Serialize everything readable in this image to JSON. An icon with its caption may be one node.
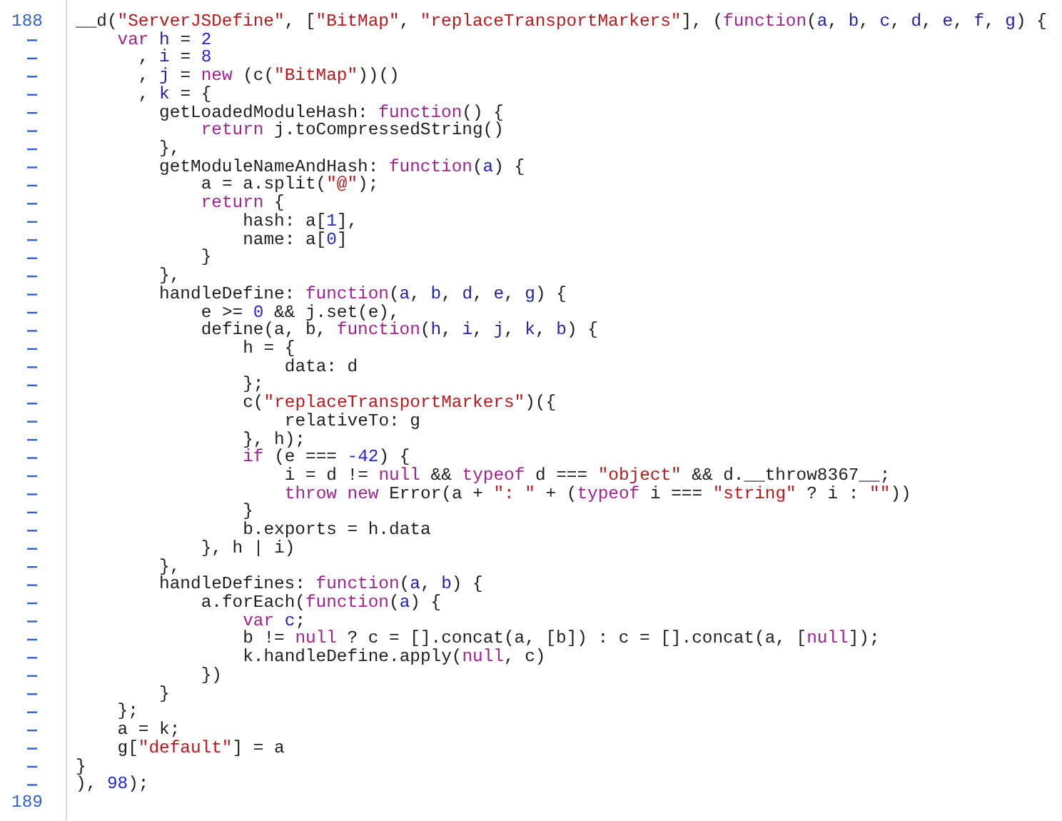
{
  "diagram": {
    "labels": [
      "188",
      "__d(\"ServerJSDefine\", [\"BitMap\", \"replaceTransportMarkers\"], (function(a, b, c, d, e, f, g) {",
      "var h = 2",
      ", i = 8",
      ", j = new (c(\"BitMap\"))()",
      ", k = {",
      "getLoadedModuleHash: function() {",
      "return j.toCompressedString()",
      "},",
      "getModuleNameAndHash: function(a) {",
      "a = a.split(\"@\");",
      "return {",
      "hash: a[1],",
      "name: a[0]",
      "}",
      "},",
      "handleDefine: function(a, b, d, e, g) {",
      "e >= 0 && j.set(e),",
      "define(a, b, function(h, i, j, k, b) {",
      "h = {",
      "data: d",
      "};",
      "c(\"replaceTransportMarkers\")({",
      "relativeTo: g",
      "}, h);",
      "if (e === -42) {",
      "i = d != null && typeof d === \"object\" && d.__throw8367__;",
      "throw new Error(a + \": \" + (typeof i === \"string\" ? i : \"\"))",
      "}",
      "b.exports = h.data",
      "}, h | i)",
      "},",
      "handleDefines: function(a, b) {",
      "a.forEach(function(a) {",
      "var c;",
      "b != null ? c = [].concat(a, [b]) : c = [].concat(a, [null]);",
      "k.handleDefine.apply(null, c)",
      "})",
      "}",
      "};",
      "a = k;",
      "g[\"default\"] = a",
      "}",
      "), 98);",
      "189"
    ]
  }
}
